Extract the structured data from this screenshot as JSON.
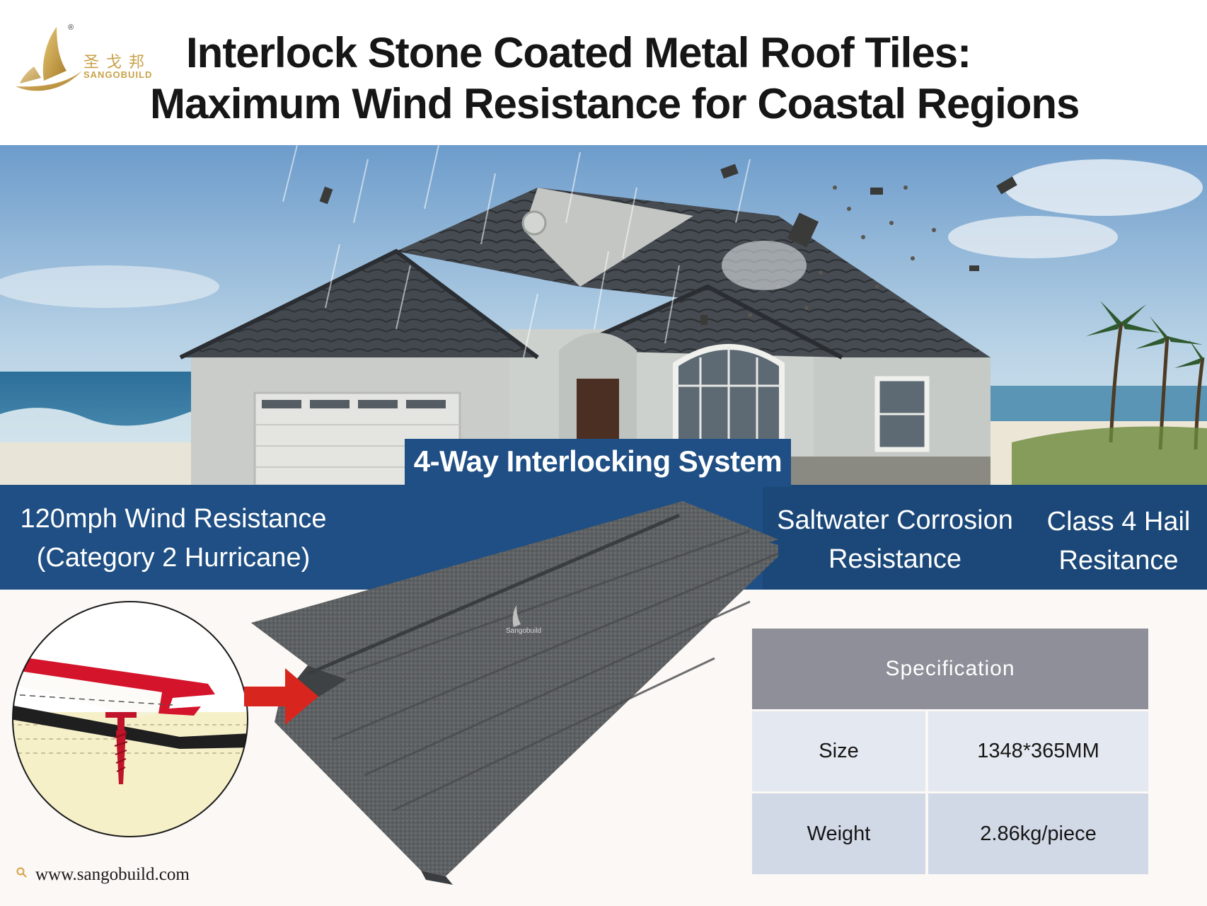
{
  "header": {
    "logo_cn": "圣戈邦",
    "logo_en": "SANGOBUILD",
    "logo_mark": "®",
    "title_line1": "Interlock Stone Coated Metal Roof Tiles:",
    "title_line2": "Maximum Wind Resistance for Coastal Regions"
  },
  "hero": {
    "badge": "4-Way Interlocking System"
  },
  "features": {
    "wind_line1": "120mph Wind Resistance",
    "wind_line2": "(Category 2 Hurricane)",
    "salt_line1": "Saltwater Corrosion",
    "salt_line2": "Resistance",
    "hail_line1": "Class 4 Hail",
    "hail_line2": "Resitance"
  },
  "tile": {
    "watermark": "Sangobuild"
  },
  "spec_table": {
    "header": "Specification",
    "rows": [
      {
        "label": "Size",
        "value": "1348*365MM"
      },
      {
        "label": "Weight",
        "value": "2.86kg/piece"
      }
    ]
  },
  "footer": {
    "website": "www.sangobuild.com"
  },
  "icons": {
    "search": "search-icon",
    "logo": "sail-logo-icon"
  },
  "colors": {
    "brand_blue": "#1f4f84",
    "gold": "#c9a24a",
    "spec_header": "#8e8f99"
  }
}
